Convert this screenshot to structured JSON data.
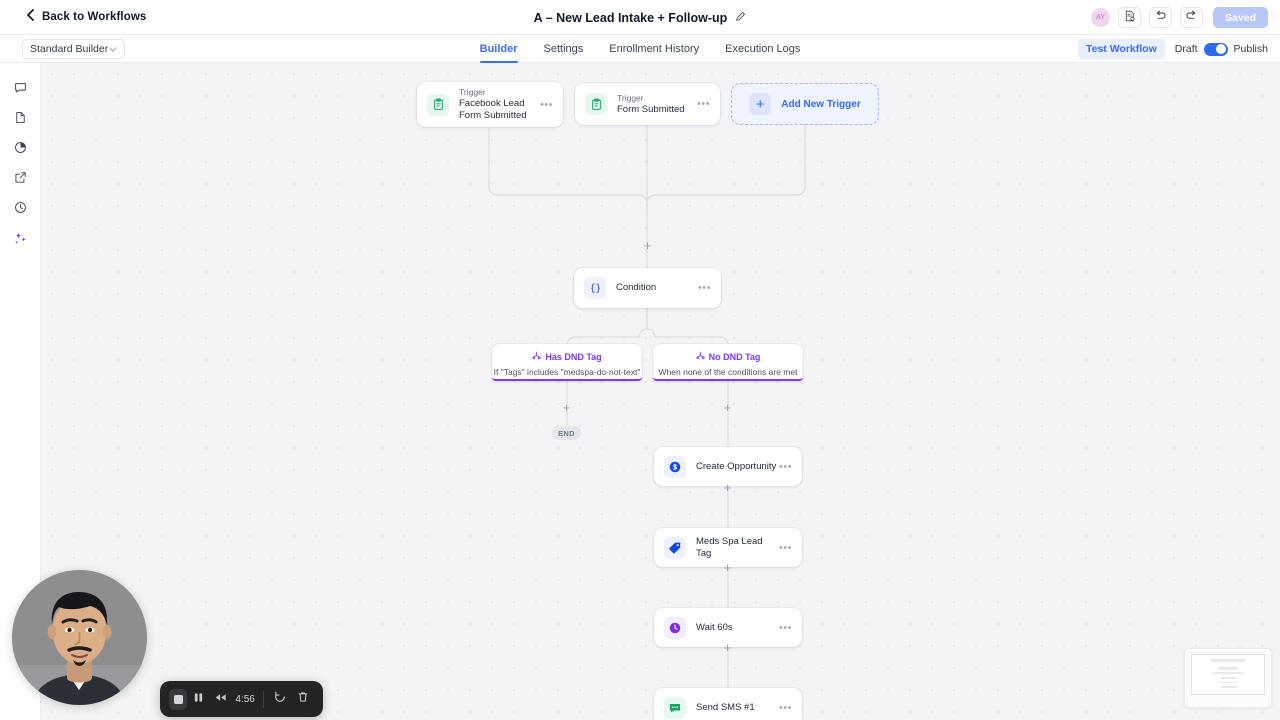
{
  "topbar": {
    "back_label": "Back to Workflows",
    "back_icon": "chevron-left-icon",
    "workflow_title": "A – New Lead Intake + Follow-up",
    "edit_icon": "pencil-icon",
    "avatar_initials": "AY",
    "notes_icon": "document-settings-icon",
    "undo_icon": "undo-icon",
    "redo_icon": "redo-icon",
    "saved_label": "Saved"
  },
  "tabbar": {
    "builder_select_value": "Standard Builder",
    "caret_icon": "chevron-down-icon",
    "tabs": [
      {
        "label": "Builder",
        "active": true
      },
      {
        "label": "Settings",
        "active": false
      },
      {
        "label": "Enrollment History",
        "active": false
      },
      {
        "label": "Execution Logs",
        "active": false
      }
    ],
    "test_workflow_label": "Test Workflow",
    "draft_label": "Draft",
    "publish_label": "Publish",
    "toggle_on": true
  },
  "rail": {
    "items": [
      {
        "icon": "comment-icon"
      },
      {
        "icon": "document-icon"
      },
      {
        "icon": "pie-chart-icon"
      },
      {
        "icon": "external-link-icon"
      },
      {
        "icon": "clock-icon"
      },
      {
        "icon": "sparkle-icon"
      }
    ]
  },
  "canvas": {
    "triggers": [
      {
        "kind": "Trigger",
        "label": "Facebook Lead Form Submitted",
        "icon": "clipboard-icon",
        "dots": "•••"
      },
      {
        "kind": "Trigger",
        "label": "Form Submitted",
        "icon": "clipboard-icon",
        "dots": "•••"
      }
    ],
    "add_trigger": {
      "label": "Add New Trigger",
      "icon": "plus-icon"
    },
    "condition": {
      "label": "Condition",
      "icon": "braces-icon",
      "dots": "•••"
    },
    "branches": [
      {
        "title": "Has DND Tag",
        "subtitle": "If \"Tags\" includes \"medspa-do-not-text\"",
        "icon": "branch-icon"
      },
      {
        "title": "No DND Tag",
        "subtitle": "When none of the conditions are met",
        "icon": "branch-icon"
      }
    ],
    "end_badge": "END",
    "actions": [
      {
        "label": "Create Opportunity",
        "icon": "dollar-circle-icon",
        "dots": "•••"
      },
      {
        "label": "Meds Spa Lead Tag",
        "icon": "tag-icon",
        "dots": "•••"
      },
      {
        "label": "Wait 60s",
        "icon": "clock-filled-icon",
        "dots": "•••"
      },
      {
        "label": "Send SMS #1",
        "icon": "sms-icon",
        "dots": "•••"
      }
    ],
    "plus_glyph": "+"
  },
  "recorder": {
    "stop_icon": "stop-icon",
    "pause_icon": "pause-icon",
    "rewind_icon": "rewind-icon",
    "elapsed": "4:56",
    "restart_icon": "restart-icon",
    "delete_icon": "trash-icon"
  },
  "colors": {
    "accent_blue": "#2f6bf0",
    "branch_purple": "#7c3aed",
    "canvas_bg": "#f4f4f6"
  }
}
